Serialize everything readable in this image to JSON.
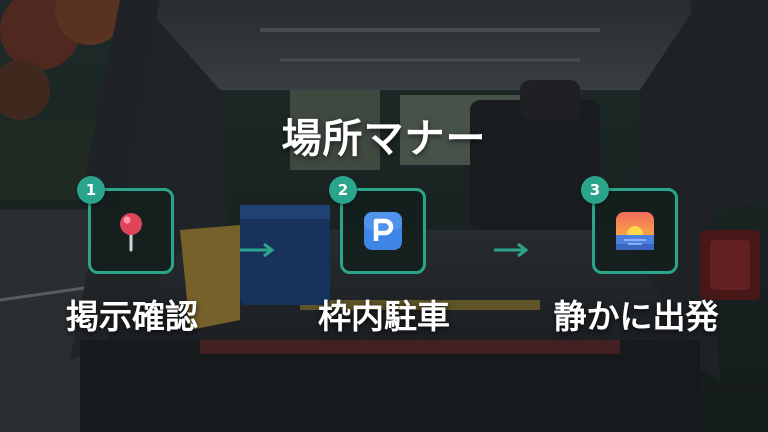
{
  "title": "場所マナー",
  "steps": [
    {
      "number": "1",
      "label": "掲示確認",
      "icon": "pin-icon"
    },
    {
      "number": "2",
      "label": "枠内駐車",
      "icon": "parking-sign-icon"
    },
    {
      "number": "3",
      "label": "静かに出発",
      "icon": "sunrise-icon"
    }
  ],
  "colors": {
    "accent": "#2aa58b",
    "text": "#ffffff"
  }
}
